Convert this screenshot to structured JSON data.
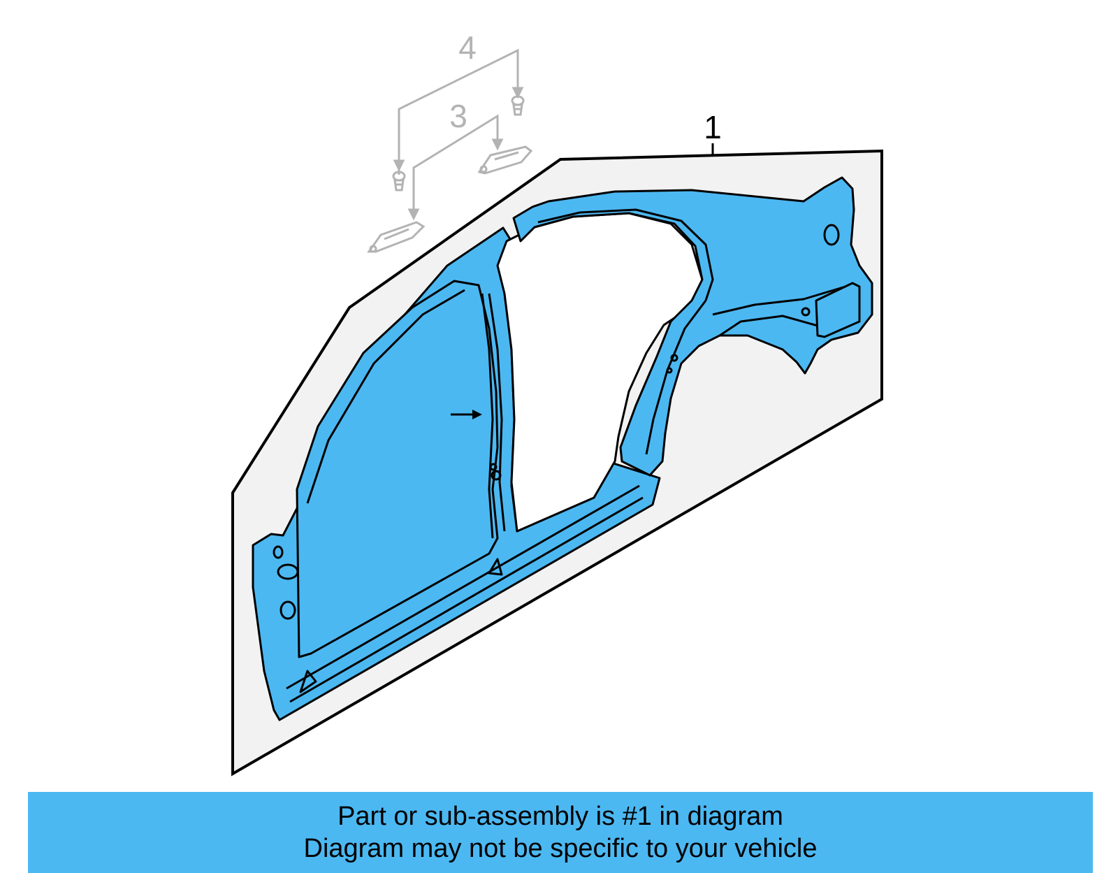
{
  "diagram": {
    "callouts": {
      "part1": "1",
      "part3": "3",
      "part4": "4"
    },
    "colors": {
      "highlight_fill": "#4cb8f2",
      "panel_fill": "#f2f2f2",
      "outline": "#000000",
      "ghost": "#b3b3b3"
    }
  },
  "banner": {
    "line1": "Part or sub-assembly is #1 in diagram",
    "line2": "Diagram may not be specific to your vehicle"
  }
}
